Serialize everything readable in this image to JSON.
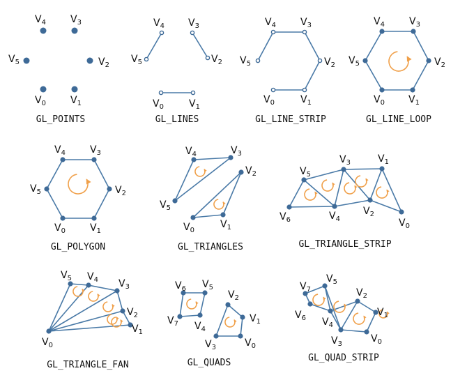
{
  "vertex_prefix": "V",
  "colors": {
    "edge": "#4a7aa7",
    "vertex": "#3e6a97",
    "arrow": "#f0a04a",
    "text": "#111111"
  },
  "panels": [
    {
      "id": "points",
      "title": "GL_POINTS",
      "labels": [
        "0",
        "1",
        "2",
        "3",
        "4",
        "5"
      ]
    },
    {
      "id": "lines",
      "title": "GL_LINES",
      "labels": [
        "0",
        "1",
        "2",
        "3",
        "4",
        "5"
      ]
    },
    {
      "id": "line_strip",
      "title": "GL_LINE_STRIP",
      "labels": [
        "0",
        "1",
        "2",
        "3",
        "4",
        "5"
      ]
    },
    {
      "id": "line_loop",
      "title": "GL_LINE_LOOP",
      "labels": [
        "0",
        "1",
        "2",
        "3",
        "4",
        "5"
      ]
    },
    {
      "id": "polygon",
      "title": "GL_POLYGON",
      "labels": [
        "0",
        "1",
        "2",
        "3",
        "4",
        "5"
      ]
    },
    {
      "id": "triangles",
      "title": "GL_TRIANGLES",
      "labels": [
        "0",
        "1",
        "2",
        "3",
        "4",
        "5"
      ]
    },
    {
      "id": "triangle_strip",
      "title": "GL_TRIANGLE_STRIP",
      "labels": [
        "0",
        "1",
        "2",
        "3",
        "4",
        "5",
        "6"
      ]
    },
    {
      "id": "triangle_fan",
      "title": "GL_TRIANGLE_FAN",
      "labels": [
        "0",
        "1",
        "2",
        "3",
        "4",
        "5"
      ]
    },
    {
      "id": "quads",
      "title": "GL_QUADS",
      "labels": [
        "0",
        "1",
        "2",
        "3",
        "4",
        "5",
        "6",
        "7"
      ]
    },
    {
      "id": "quad_strip",
      "title": "GL_QUAD_STRIP",
      "labels": [
        "0",
        "1",
        "2",
        "3",
        "4",
        "5",
        "6",
        "7"
      ]
    }
  ]
}
